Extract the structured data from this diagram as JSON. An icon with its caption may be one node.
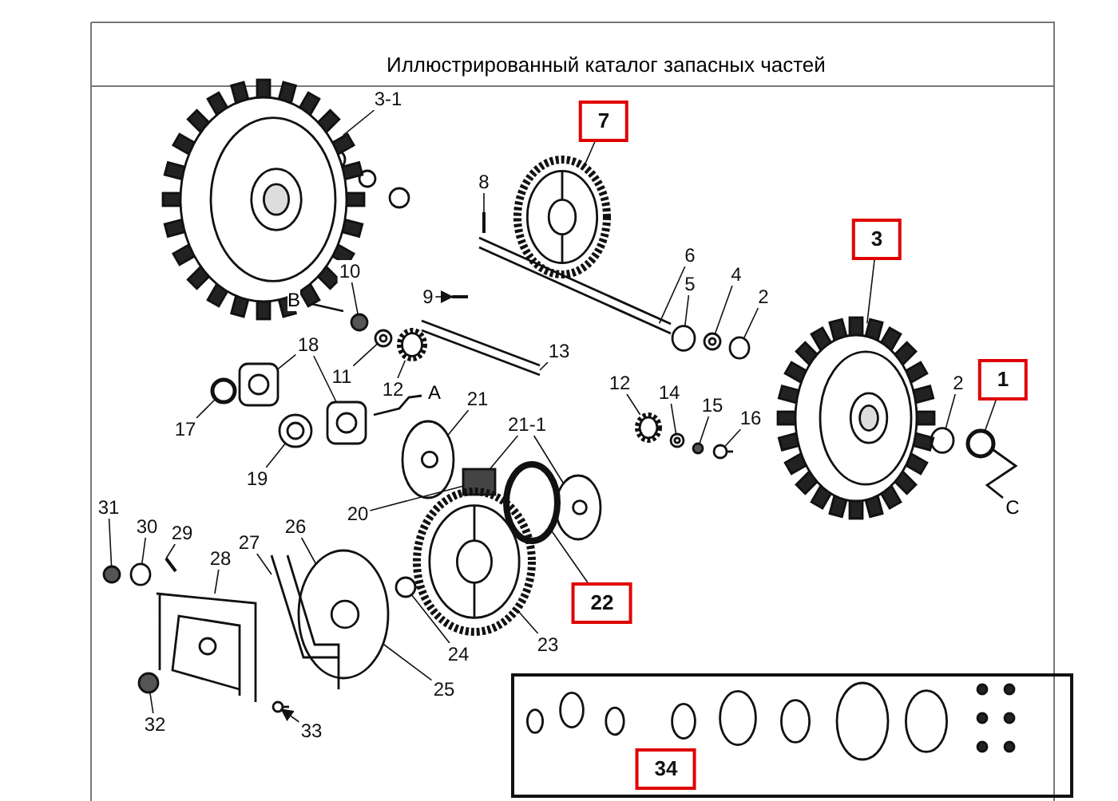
{
  "diagram": {
    "title": "Иллюстрированный каталог запасных частей",
    "nodes": [
      {
        "text": [
          "3-1"
        ]
      },
      {
        "text": [
          "7"
        ]
      },
      {
        "text": [
          "8"
        ]
      },
      {
        "text": [
          "6"
        ]
      },
      {
        "text": [
          "3"
        ]
      },
      {
        "text": [
          "10"
        ]
      },
      {
        "text": [
          "9"
        ]
      },
      {
        "text": [
          "5"
        ]
      },
      {
        "text": [
          "4"
        ]
      },
      {
        "text": [
          "2"
        ]
      },
      {
        "text": [
          "11"
        ]
      },
      {
        "text": [
          "12"
        ]
      },
      {
        "text": [
          "13"
        ]
      },
      {
        "text": [
          "18"
        ]
      },
      {
        "text": [
          "12"
        ]
      },
      {
        "text": [
          "14"
        ]
      },
      {
        "text": [
          "15"
        ]
      },
      {
        "text": [
          "16"
        ]
      },
      {
        "text": [
          "2"
        ]
      },
      {
        "text": [
          "1"
        ]
      },
      {
        "text": [
          "17"
        ]
      },
      {
        "text": [
          "21"
        ]
      },
      {
        "text": [
          "21-1"
        ]
      },
      {
        "text": [
          "19"
        ]
      },
      {
        "text": [
          "20"
        ]
      },
      {
        "text": [
          "31"
        ]
      },
      {
        "text": [
          "30"
        ]
      },
      {
        "text": [
          "29"
        ]
      },
      {
        "text": [
          "28"
        ]
      },
      {
        "text": [
          "26"
        ]
      },
      {
        "text": [
          "27"
        ]
      },
      {
        "text": [
          "24"
        ]
      },
      {
        "text": [
          "22"
        ]
      },
      {
        "text": [
          "23"
        ]
      },
      {
        "text": [
          "25"
        ]
      },
      {
        "text": [
          "32"
        ]
      },
      {
        "text": [
          "33"
        ]
      },
      {
        "text": [],
        "shape": "box"
      },
      {
        "text": [
          "34"
        ],
        "in": 37
      },
      {
        "text": [],
        "shape": "wheel"
      },
      {
        "text": [],
        "shape": "gear"
      },
      {
        "text": [],
        "shape": "pin"
      },
      {
        "text": [],
        "shape": "shaft"
      },
      {
        "text": [],
        "shape": "wheel"
      },
      {
        "text": [],
        "shape": "nut"
      },
      {
        "text": [],
        "shape": "pin"
      },
      {
        "text": [],
        "shape": "bushing"
      },
      {
        "text": [],
        "shape": "washer"
      },
      {
        "text": [],
        "shape": "bushing"
      },
      {
        "text": [],
        "shape": "washer"
      },
      {
        "text": [],
        "shape": "gear"
      },
      {
        "text": [],
        "shape": "shaft"
      },
      {
        "text": [],
        "shape": "plate"
      },
      {
        "text": [],
        "shape": "plate"
      },
      {
        "text": [],
        "shape": "gear"
      },
      {
        "text": [],
        "shape": "washer"
      },
      {
        "text": [],
        "shape": "nut"
      },
      {
        "text": [],
        "shape": "bolt"
      },
      {
        "text": [],
        "shape": "bushing"
      },
      {
        "text": [],
        "shape": "ring"
      },
      {
        "text": [],
        "shape": "ring"
      },
      {
        "text": [],
        "shape": "disc"
      },
      {
        "text": [],
        "shape": "hub"
      },
      {
        "text": [],
        "shape": "disc"
      },
      {
        "text": [],
        "shape": "bearing"
      },
      {
        "text": [],
        "shape": "nut"
      },
      {
        "text": [],
        "shape": "bushing"
      },
      {
        "text": [],
        "shape": "pin"
      },
      {
        "text": [],
        "shape": "frame"
      },
      {
        "text": [],
        "shape": "disc"
      },
      {
        "text": [],
        "shape": "bracket"
      },
      {
        "text": [],
        "shape": "bolt"
      },
      {
        "text": [],
        "shape": "ring"
      },
      {
        "text": [],
        "shape": "gear"
      },
      {
        "text": [],
        "shape": "nut"
      },
      {
        "text": [],
        "shape": "bolt"
      }
    ],
    "edges": [
      {
        "from": 0,
        "to": 39,
        "arrow": "none"
      },
      {
        "from": 1,
        "to": 40,
        "arrow": "none"
      },
      {
        "from": 2,
        "to": 41,
        "arrow": "none"
      },
      {
        "from": 3,
        "to": 42,
        "arrow": "none"
      },
      {
        "from": 4,
        "to": 43,
        "arrow": "none"
      },
      {
        "from": 5,
        "to": 44,
        "arrow": "none"
      },
      {
        "from": 6,
        "to": 45,
        "arrow": "to"
      },
      {
        "from": 7,
        "to": 46,
        "arrow": "none"
      },
      {
        "from": 8,
        "to": 47,
        "arrow": "none"
      },
      {
        "from": 9,
        "to": 48,
        "arrow": "none"
      },
      {
        "from": 10,
        "to": 49,
        "arrow": "none"
      },
      {
        "from": 11,
        "to": 50,
        "arrow": "none"
      },
      {
        "from": 12,
        "to": 51,
        "arrow": "none"
      },
      {
        "from": 13,
        "to": 52,
        "arrow": "none"
      },
      {
        "from": 13,
        "to": 53,
        "arrow": "none"
      },
      {
        "from": 14,
        "to": 54,
        "arrow": "none"
      },
      {
        "from": 15,
        "to": 55,
        "arrow": "none"
      },
      {
        "from": 16,
        "to": 56,
        "arrow": "none"
      },
      {
        "from": 17,
        "to": 57,
        "arrow": "none"
      },
      {
        "from": 18,
        "to": 58,
        "arrow": "none"
      },
      {
        "from": 19,
        "to": 59,
        "arrow": "none"
      },
      {
        "from": 20,
        "to": 60,
        "arrow": "none"
      },
      {
        "from": 21,
        "to": 61,
        "arrow": "none"
      },
      {
        "from": 22,
        "to": 62,
        "arrow": "none"
      },
      {
        "from": 22,
        "to": 63,
        "arrow": "none"
      },
      {
        "from": 23,
        "to": 64,
        "arrow": "none"
      },
      {
        "from": 24,
        "to": 62,
        "arrow": "none"
      },
      {
        "from": 25,
        "to": 65,
        "arrow": "none"
      },
      {
        "from": 26,
        "to": 66,
        "arrow": "none"
      },
      {
        "from": 27,
        "to": 67,
        "arrow": "none"
      },
      {
        "from": 28,
        "to": 68,
        "arrow": "none"
      },
      {
        "from": 29,
        "to": 69,
        "arrow": "none"
      },
      {
        "from": 30,
        "to": 70,
        "arrow": "none"
      },
      {
        "from": 31,
        "to": 71,
        "arrow": "none"
      },
      {
        "from": 32,
        "to": 72,
        "arrow": "none"
      },
      {
        "from": 33,
        "to": 73,
        "arrow": "none"
      },
      {
        "from": 34,
        "to": 69,
        "arrow": "none"
      },
      {
        "from": 35,
        "to": 74,
        "arrow": "none"
      },
      {
        "from": 36,
        "to": 75,
        "arrow": "to"
      }
    ],
    "labels": [
      "B",
      "A",
      "C"
    ]
  }
}
